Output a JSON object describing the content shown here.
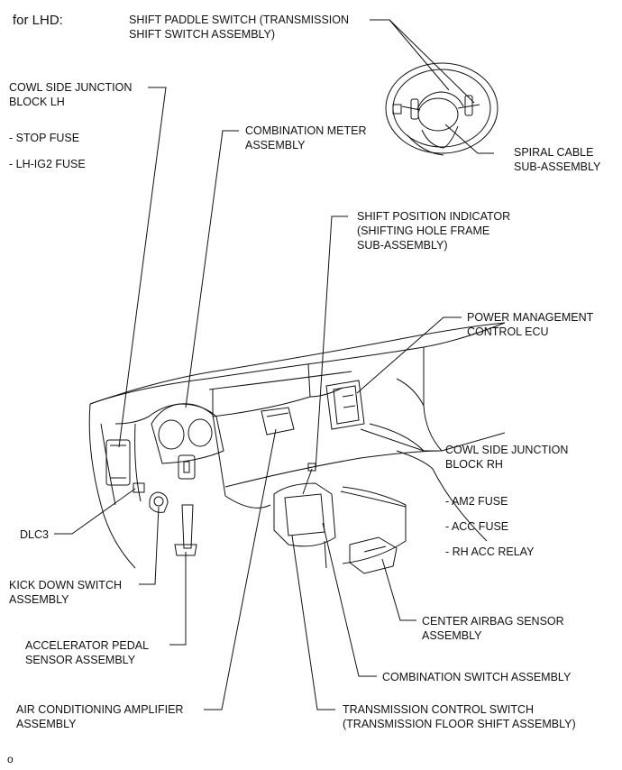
{
  "header": "for LHD:",
  "figure_id": "o",
  "labels": {
    "shift_paddle": [
      "SHIFT PADDLE SWITCH (TRANSMISSION",
      "SHIFT SWITCH ASSEMBLY)"
    ],
    "cowl_lh": [
      "COWL SIDE JUNCTION",
      "BLOCK LH"
    ],
    "stop_fuse": "- STOP FUSE",
    "lh_ig2_fuse": "- LH-IG2 FUSE",
    "combination_meter": [
      "COMBINATION METER",
      "ASSEMBLY"
    ],
    "spiral_cable": [
      "SPIRAL CABLE",
      "SUB-ASSEMBLY"
    ],
    "shift_position": [
      "SHIFT POSITION INDICATOR",
      "(SHIFTING HOLE FRAME",
      "SUB-ASSEMBLY)"
    ],
    "power_mgmt": [
      "POWER MANAGEMENT",
      "CONTROL ECU"
    ],
    "cowl_rh": [
      "COWL SIDE JUNCTION",
      "BLOCK RH"
    ],
    "am2_fuse": "- AM2 FUSE",
    "acc_fuse": "- ACC FUSE",
    "rh_acc_relay": "- RH ACC RELAY",
    "dlc3": "DLC3",
    "kick_down": [
      "KICK DOWN SWITCH",
      "ASSEMBLY"
    ],
    "center_airbag": [
      "CENTER AIRBAG SENSOR",
      "ASSEMBLY"
    ],
    "accel_pedal": [
      "ACCELERATOR PEDAL",
      "SENSOR ASSEMBLY"
    ],
    "combination_switch": "COMBINATION SWITCH ASSEMBLY",
    "ac_amplifier": [
      "AIR CONDITIONING AMPLIFIER",
      "ASSEMBLY"
    ],
    "trans_control": [
      "TRANSMISSION CONTROL SWITCH",
      "(TRANSMISSION FLOOR SHIFT ASSEMBLY)"
    ]
  }
}
